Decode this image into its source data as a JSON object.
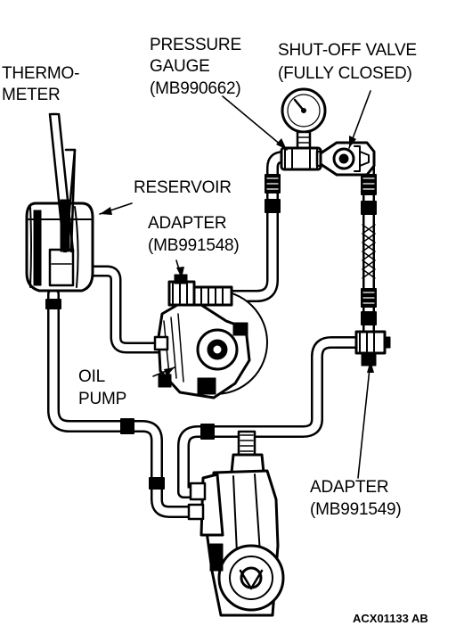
{
  "labels": {
    "thermometer_line1": "THERMO-",
    "thermometer_line2": "METER",
    "pressure_gauge_line1": "PRESSURE",
    "pressure_gauge_line2": "GAUGE",
    "pressure_gauge_part": "(MB990662)",
    "shutoff_valve_line1": "SHUT-OFF VALVE",
    "shutoff_valve_line2": "(FULLY CLOSED)",
    "reservoir": "RESERVOIR",
    "adapter_top_line1": "ADAPTER",
    "adapter_top_part": "(MB991548)",
    "oil_pump_line1": "OIL",
    "oil_pump_line2": "PUMP",
    "adapter_bottom_line1": "ADAPTER",
    "adapter_bottom_part": "(MB991549)"
  },
  "figure_code": "ACX01133 AB",
  "colors": {
    "ink": "#000000",
    "paper": "#ffffff"
  }
}
